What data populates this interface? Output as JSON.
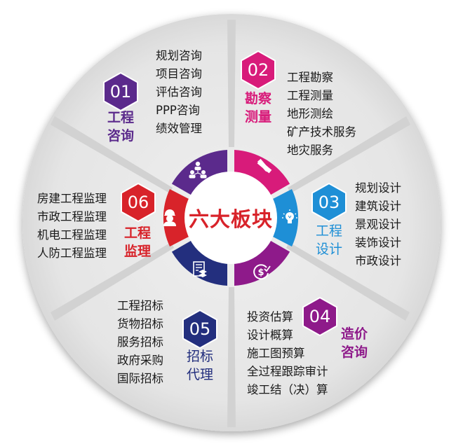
{
  "center": {
    "label": "六大板块",
    "color": "#d8232a"
  },
  "modules": [
    {
      "number": "01",
      "title": [
        "工程",
        "咨询"
      ],
      "color": "#5b2a8c",
      "icon": "people-network-icon",
      "items": [
        "规划咨询",
        "项目咨询",
        "评估咨询",
        "PPP咨询",
        "绩效管理"
      ]
    },
    {
      "number": "02",
      "title": [
        "勘察",
        "测量"
      ],
      "color": "#d81b7a",
      "icon": "pencil-ruler-icon",
      "items": [
        "工程勘察",
        "工程测量",
        "地形测绘",
        "矿产技术服务",
        "地灾服务"
      ]
    },
    {
      "number": "03",
      "title": [
        "工程",
        "设计"
      ],
      "color": "#1e8fd6",
      "icon": "lightbulb-icon",
      "items": [
        "规划设计",
        "建筑设计",
        "景观设计",
        "装饰设计",
        "市政设计"
      ]
    },
    {
      "number": "04",
      "title": [
        "造价",
        "咨询"
      ],
      "color": "#8e1a8a",
      "icon": "dollar-cycle-icon",
      "items": [
        "投资估算",
        "设计概算",
        "施工图预算",
        "全过程跟踪审计",
        "竣工结（决）算"
      ]
    },
    {
      "number": "05",
      "title": [
        "招标",
        "代理"
      ],
      "color": "#232f7e",
      "icon": "document-stack-icon",
      "items": [
        "工程招标",
        "货物招标",
        "服务招标",
        "政府采购",
        "国际招标"
      ]
    },
    {
      "number": "06",
      "title": [
        "工程",
        "监理"
      ],
      "color": "#d8232a",
      "icon": "hardhat-worker-icon",
      "items": [
        "房建工程监理",
        "市政工程监理",
        "机电工程监理",
        "人防工程监理"
      ]
    }
  ],
  "colors": {
    "disc": "#e6e6e6",
    "separator": "#cfcfcf",
    "text": "#1a1a1a"
  }
}
